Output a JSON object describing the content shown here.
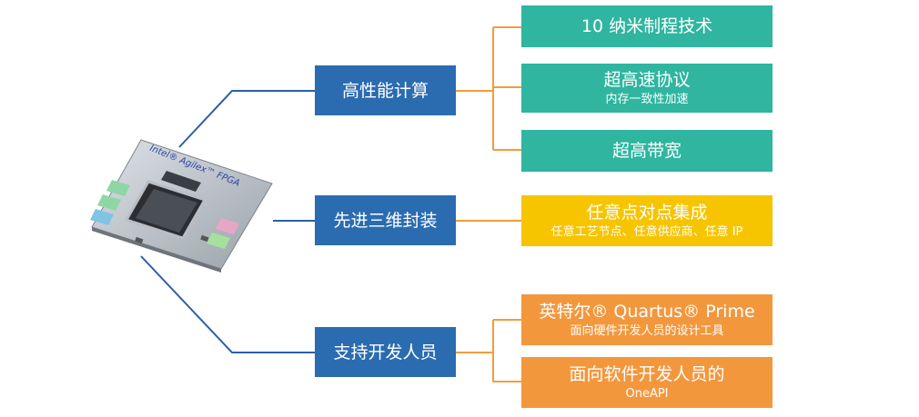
{
  "chip": {
    "label": "Intel® Agilex™ FPGA"
  },
  "colors": {
    "blue": "#2b6cb0",
    "teal": "#2fb5a0",
    "yellow": "#f7c400",
    "orange": "#f3973d",
    "line_orange": "#f39c3a",
    "line_blue": "#2b5fa6"
  },
  "categories": [
    {
      "label": "高性能计算",
      "features": [
        {
          "title": "10 纳米制程技术",
          "subtitle": ""
        },
        {
          "title": "超高速协议",
          "subtitle": "内存一致性加速"
        },
        {
          "title": "超高带宽",
          "subtitle": ""
        }
      ]
    },
    {
      "label": "先进三维封装",
      "features": [
        {
          "title": "任意点对点集成",
          "subtitle": "任意工艺节点、任意供应商、任意 IP"
        }
      ]
    },
    {
      "label": "支持开发人员",
      "features": [
        {
          "title": "英特尔® Quartus® Prime",
          "subtitle": "面向硬件开发人员的设计工具"
        },
        {
          "title": "面向软件开发人员的",
          "subtitle": "OneAPI"
        }
      ]
    }
  ]
}
